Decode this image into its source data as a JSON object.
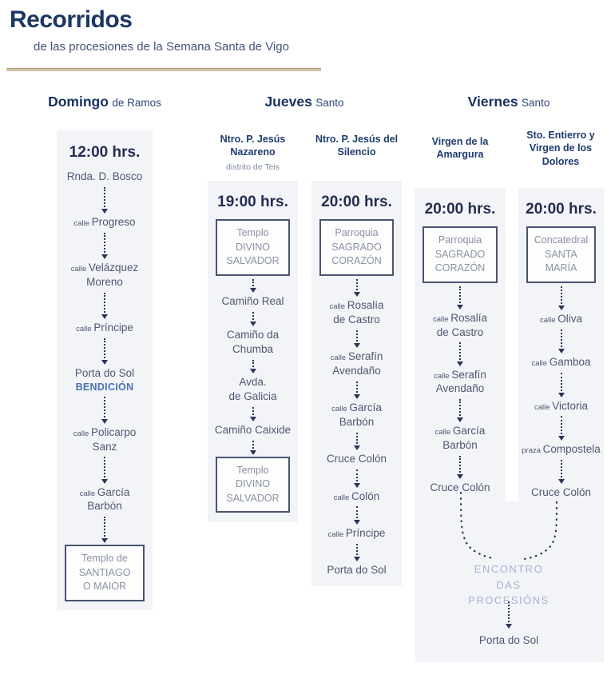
{
  "palette": {
    "navy": "#1c3665",
    "slate_text": "#4e5871",
    "box_text": "#8a92a4",
    "panel_bg": "#f3f4f8",
    "gold_divider": "#b4a375",
    "blessing_blue": "#4a72b8",
    "encounter_lavender": "#a9b2d0",
    "arrow": "#2b3453"
  },
  "header": {
    "title": "Recorridos",
    "subtitle": "de las procesiones de la Semana Santa de Vigo"
  },
  "days": [
    {
      "bold": "Domingo",
      "rest": "de Ramos"
    },
    {
      "bold": "Jueves",
      "rest": "Santo"
    },
    {
      "bold": "Viernes",
      "rest": "Santo"
    }
  ],
  "lanes": [
    {
      "name": "",
      "district": "",
      "time": "12:00 hrs.",
      "steps": [
        {
          "kind": "text",
          "prefix": "",
          "lines": [
            "Rnda. D. Bosco"
          ]
        },
        {
          "kind": "text",
          "prefix": "calle",
          "lines": [
            "Progreso"
          ]
        },
        {
          "kind": "text",
          "prefix": "calle",
          "lines": [
            "Velázquez",
            "Moreno"
          ]
        },
        {
          "kind": "text",
          "prefix": "calle",
          "lines": [
            "Príncipe"
          ]
        },
        {
          "kind": "text",
          "prefix": "",
          "lines": [
            "Porta do Sol"
          ],
          "highlight": "BENDICIÓN"
        },
        {
          "kind": "text",
          "prefix": "calle",
          "lines": [
            "Policarpo",
            "Sanz"
          ]
        },
        {
          "kind": "text",
          "prefix": "calle",
          "lines": [
            "García",
            "Barbón"
          ]
        },
        {
          "kind": "box",
          "lines": [
            "Templo de",
            "SANTIAGO",
            "O MAIOR"
          ]
        }
      ]
    },
    {
      "name": "Ntro. P. Jesús\nNazareno",
      "district": "distrito de Teis",
      "time": "19:00 hrs.",
      "steps": [
        {
          "kind": "box",
          "lines": [
            "Templo",
            "DIVINO",
            "SALVADOR"
          ]
        },
        {
          "kind": "text",
          "prefix": "",
          "lines": [
            "Camiño Real"
          ]
        },
        {
          "kind": "text",
          "prefix": "",
          "lines": [
            "Camiño da",
            "Chumba"
          ]
        },
        {
          "kind": "text",
          "prefix": "",
          "lines": [
            "Avda.",
            "de Galicia"
          ]
        },
        {
          "kind": "text",
          "prefix": "",
          "lines": [
            "Camiño Caixide"
          ]
        },
        {
          "kind": "box",
          "lines": [
            "Templo",
            "DIVINO",
            "SALVADOR"
          ]
        }
      ]
    },
    {
      "name": "Ntro. P. Jesús del\nSilencio",
      "district": "",
      "time": "20:00 hrs.",
      "steps": [
        {
          "kind": "box",
          "lines": [
            "Parroquia",
            "SAGRADO",
            "CORAZÓN"
          ]
        },
        {
          "kind": "text",
          "prefix": "calle",
          "lines": [
            "Rosalía",
            "de Castro"
          ]
        },
        {
          "kind": "text",
          "prefix": "calle",
          "lines": [
            "Serafín",
            "Avendaño"
          ]
        },
        {
          "kind": "text",
          "prefix": "calle",
          "lines": [
            "García",
            "Barbón"
          ]
        },
        {
          "kind": "text",
          "prefix": "",
          "lines": [
            "Cruce Colón"
          ]
        },
        {
          "kind": "text",
          "prefix": "calle",
          "lines": [
            "Colón"
          ]
        },
        {
          "kind": "text",
          "prefix": "calle",
          "lines": [
            "Príncipe"
          ]
        },
        {
          "kind": "text",
          "prefix": "",
          "lines": [
            "Porta do Sol"
          ]
        }
      ]
    },
    {
      "name": "Virgen de la\nAmargura",
      "district": "",
      "time": "20:00 hrs.",
      "steps": [
        {
          "kind": "box",
          "lines": [
            "Parroquia",
            "SAGRADO",
            "CORAZÓN"
          ]
        },
        {
          "kind": "text",
          "prefix": "calle",
          "lines": [
            "Rosalía",
            "de Castro"
          ]
        },
        {
          "kind": "text",
          "prefix": "calle",
          "lines": [
            "Serafín",
            "Avendaño"
          ]
        },
        {
          "kind": "text",
          "prefix": "calle",
          "lines": [
            "García",
            "Barbón"
          ]
        },
        {
          "kind": "text",
          "prefix": "",
          "lines": [
            "Cruce Colón"
          ]
        }
      ]
    },
    {
      "name": "Sto. Entierro y\nVirgen de los\nDolores",
      "district": "",
      "time": "20:00 hrs.",
      "steps": [
        {
          "kind": "box",
          "lines": [
            "Concatedral",
            "SANTA",
            "MARÍA"
          ]
        },
        {
          "kind": "text",
          "prefix": "calle",
          "lines": [
            "Oliva"
          ]
        },
        {
          "kind": "text",
          "prefix": "calle",
          "lines": [
            "Gamboa"
          ]
        },
        {
          "kind": "text",
          "prefix": "calle",
          "lines": [
            "Victoria"
          ]
        },
        {
          "kind": "text",
          "prefix": "praza",
          "lines": [
            "Compostela"
          ]
        },
        {
          "kind": "text",
          "prefix": "",
          "lines": [
            "Cruce Colón"
          ]
        }
      ]
    }
  ],
  "encounter": {
    "label": "ENCONTRO\nDAS\nPROCESIÓNS",
    "final": "Porta do Sol"
  }
}
